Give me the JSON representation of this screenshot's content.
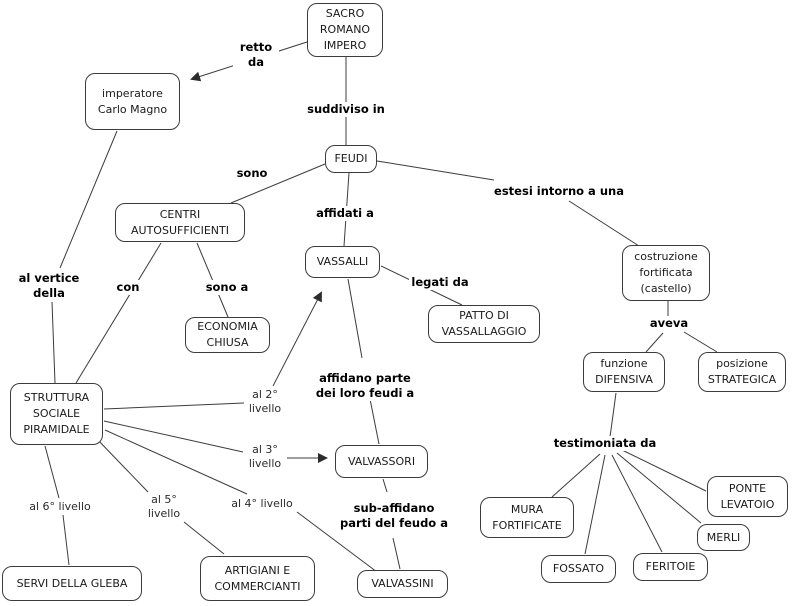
{
  "diagram": {
    "type": "concept-map",
    "topic": "SACRO ROMANO IMPERO",
    "colors": {
      "background": "#ffffff",
      "node_border": "#3c3c3c",
      "line": "#3c3c3c",
      "text": "#1a1a1a",
      "label_text": "#000000"
    }
  },
  "nodes": {
    "sacro": {
      "label": "SACRO\nROMANO\nIMPERO"
    },
    "carlo": {
      "label": "imperatore\nCarlo Magno"
    },
    "feudi": {
      "label": "FEUDI"
    },
    "centri": {
      "label": "CENTRI\nAUTOSUFFICIENTI"
    },
    "vassalli": {
      "label": "VASSALLI"
    },
    "patto": {
      "label": "PATTO DI\nVASSALLAGGIO"
    },
    "economia": {
      "label": "ECONOMIA\nCHIUSA"
    },
    "castello": {
      "label": "costruzione\nfortificata\n(castello)"
    },
    "funzione": {
      "label": "funzione\nDIFENSIVA"
    },
    "posizione": {
      "label": "posizione\nSTRATEGICA"
    },
    "struttura": {
      "label": "STRUTTURA\nSOCIALE\nPIRAMIDALE"
    },
    "valvassori": {
      "label": "VALVASSORI"
    },
    "mura": {
      "label": "MURA\nFORTIFICATE"
    },
    "fossato": {
      "label": "FOSSATO"
    },
    "feritoie": {
      "label": "FERITOIE"
    },
    "merli": {
      "label": "MERLI"
    },
    "ponte": {
      "label": "PONTE\nLEVATOIO"
    },
    "servi": {
      "label": "SERVI DELLA GLEBA"
    },
    "artigiani": {
      "label": "ARTIGIANI E\nCOMMERCIANTI"
    },
    "valvassini": {
      "label": "VALVASSINI"
    }
  },
  "edge_labels": {
    "retto_da": "retto\nda",
    "suddiviso_in": "suddiviso in",
    "sono": "sono",
    "affidati_a": "affidati a",
    "estesi": "estesi intorno a una",
    "con": "con",
    "sono_a": "sono a",
    "al_vertice": "al vertice\ndella",
    "legati_da": "legati da",
    "aveva": "aveva",
    "affidano": "affidano parte\ndei loro feudi a",
    "testimoniata": "testimoniata da",
    "sub_affidano": "sub-affidano\nparti del feudo a"
  },
  "level_labels": {
    "al_2": "al 2°\nlivello",
    "al_3": "al 3°\nlivello",
    "al_4": "al 4° livello",
    "al_5": "al 5°\nlivello",
    "al_6": "al 6° livello"
  }
}
